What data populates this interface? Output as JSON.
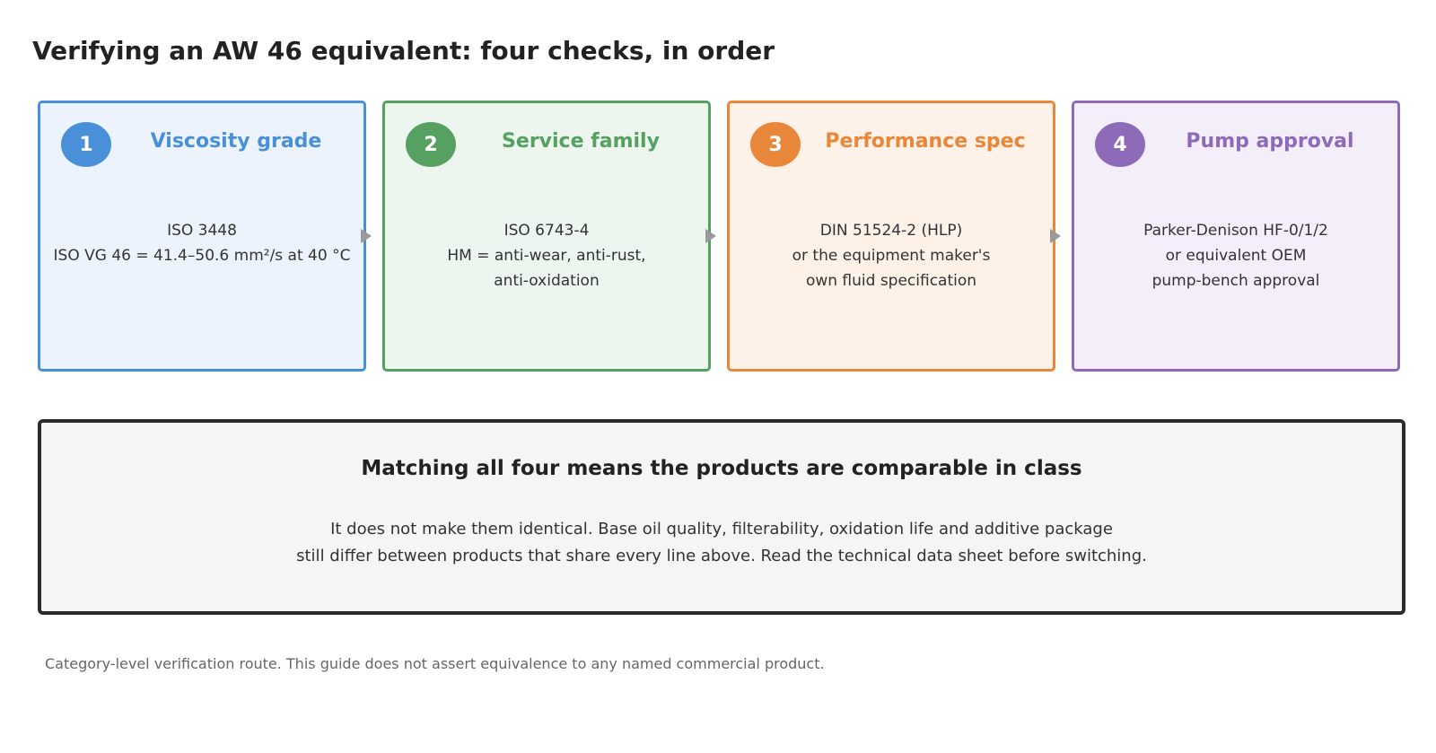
{
  "title": "Verifying an AW 46 equivalent: four checks, in order",
  "steps": [
    {
      "number": "1",
      "title": "Viscosity grade",
      "lines": [
        "ISO 3448",
        "ISO VG 46 = 41.4–50.6 mm²/s at 40 °C"
      ],
      "accent": "#4a90d9",
      "fill": "#ecf3fc"
    },
    {
      "number": "2",
      "title": "Service family",
      "lines": [
        "ISO 6743-4",
        "HM = anti-wear, anti-rust,",
        "anti-oxidation"
      ],
      "accent": "#56a062",
      "fill": "#ecf6ee"
    },
    {
      "number": "3",
      "title": "Performance spec",
      "lines": [
        "DIN 51524-2 (HLP)",
        "or the equipment maker's",
        "own fluid specification"
      ],
      "accent": "#e8873a",
      "fill": "#fdf1e8"
    },
    {
      "number": "4",
      "title": "Pump approval",
      "lines": [
        "Parker-Denison HF-0/1/2",
        "or equivalent OEM",
        "pump-bench approval"
      ],
      "accent": "#8e6bb8",
      "fill": "#f3eef9"
    }
  ],
  "summary": {
    "title": "Matching all four means the products are comparable in class",
    "lines": [
      "It does not make them identical. Base oil quality, filterability, oxidation life and additive package",
      "still differ between products that share every line above. Read the technical data sheet before switching."
    ]
  },
  "footnote": "Category-level verification route. This guide does not assert equivalence to any named commercial product."
}
